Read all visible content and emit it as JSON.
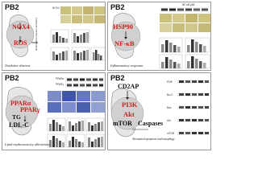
{
  "panels": {
    "p1": {
      "tag": "PB2",
      "markers": [
        "NOX4",
        "ROS"
      ],
      "side_label": "Antioxidant enzymes activities",
      "caption": "Oxidative distress",
      "blot_labels": [
        "NOX4"
      ]
    },
    "p2": {
      "tag": "PB2",
      "markers": [
        "HSP90",
        "NF-κB"
      ],
      "caption": "Inflammatory response",
      "blot_labels": [
        "NF-κB p65"
      ]
    },
    "p3": {
      "tag": "PB2",
      "markers": [
        "PPARα",
        "PPARγ",
        "TG",
        "LDL-C"
      ],
      "caption": "Lipid nephrotoxicity alleviation",
      "blot_labels": [
        "PPARα",
        "PPARγ"
      ]
    },
    "p4": {
      "tag": "PB2",
      "markers": [
        "CD2AP",
        "PI3K",
        "Akt",
        "mTOR",
        "Caspases"
      ],
      "caption": "Attenuated apoptosis and autophagy",
      "blot_labels": [
        "PI3K",
        "Bcl-2",
        "Bax",
        "Akt",
        "mTOR"
      ]
    }
  },
  "colors": {
    "accent_red": "#d81a1a",
    "arrow": "#222222",
    "cell_gray": "#bdbdbd",
    "bar_gray": "#8a8a8a"
  }
}
